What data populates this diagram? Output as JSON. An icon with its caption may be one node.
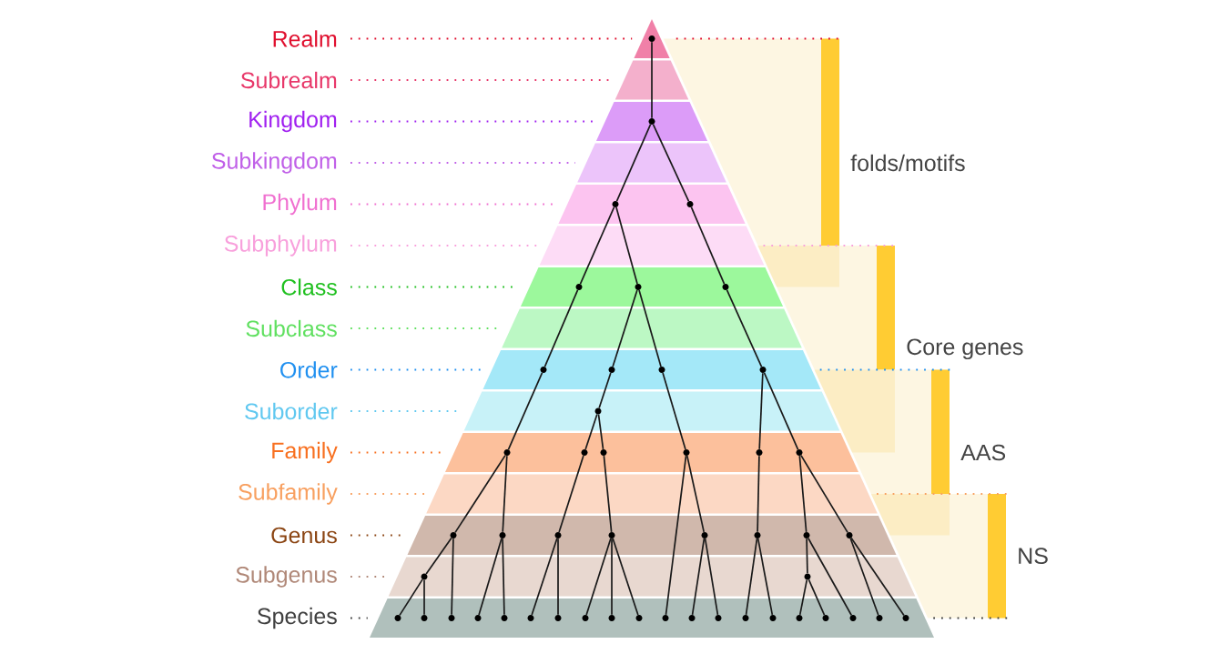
{
  "diagram": {
    "nodes": [
      {
        "text": [],
        "shape": "circle"
      },
      {
        "text": [],
        "shape": "circle"
      },
      {
        "text": [],
        "shape": "circle"
      },
      {
        "text": [],
        "shape": "circle"
      },
      {
        "text": [],
        "shape": "circle"
      },
      {
        "text": [],
        "shape": "circle"
      },
      {
        "text": [],
        "shape": "circle"
      },
      {
        "text": [],
        "shape": "circle"
      },
      {
        "text": [],
        "shape": "circle"
      },
      {
        "text": [],
        "shape": "circle"
      },
      {
        "text": [],
        "shape": "circle"
      },
      {
        "text": [],
        "shape": "circle"
      },
      {
        "text": [],
        "shape": "circle"
      },
      {
        "text": [],
        "shape": "circle"
      },
      {
        "text": [],
        "shape": "circle"
      },
      {
        "text": [],
        "shape": "circle"
      },
      {
        "text": [],
        "shape": "circle"
      },
      {
        "text": [],
        "shape": "circle"
      },
      {
        "text": [],
        "shape": "circle"
      },
      {
        "text": [],
        "shape": "circle"
      },
      {
        "text": [],
        "shape": "circle"
      },
      {
        "text": [],
        "shape": "circle"
      },
      {
        "text": [],
        "shape": "circle"
      },
      {
        "text": [],
        "shape": "circle"
      },
      {
        "text": [],
        "shape": "circle"
      },
      {
        "text": [],
        "shape": "circle"
      },
      {
        "text": [],
        "shape": "circle"
      },
      {
        "text": [],
        "shape": "circle"
      },
      {
        "text": [],
        "shape": "circle"
      },
      {
        "text": [],
        "shape": "circle"
      },
      {
        "text": [],
        "shape": "circle"
      },
      {
        "text": [],
        "shape": "circle"
      },
      {
        "text": [],
        "shape": "circle"
      },
      {
        "text": [],
        "shape": "circle"
      },
      {
        "text": [],
        "shape": "circle"
      },
      {
        "text": [],
        "shape": "circle"
      },
      {
        "text": [],
        "shape": "circle"
      },
      {
        "text": [],
        "shape": "circle"
      },
      {
        "text": [],
        "shape": "circle"
      },
      {
        "text": [],
        "shape": "circle"
      },
      {
        "text": [],
        "shape": "circle"
      },
      {
        "text": [],
        "shape": "circle"
      },
      {
        "text": [],
        "shape": "circle"
      },
      {
        "text": [],
        "shape": "circle"
      },
      {
        "text": [],
        "shape": "circle"
      },
      {
        "text": [],
        "shape": "circle"
      },
      {
        "text": [],
        "shape": "circle"
      },
      {
        "text": [],
        "shape": "circle"
      }
    ],
    "edges": [
      {
        "from": 0,
        "to": 1,
        "arrow": "none"
      },
      {
        "from": 1,
        "to": 2,
        "arrow": "none"
      },
      {
        "from": 1,
        "to": 3,
        "arrow": "none"
      },
      {
        "from": 2,
        "to": 4,
        "arrow": "none"
      },
      {
        "from": 2,
        "to": 5,
        "arrow": "none"
      },
      {
        "from": 3,
        "to": 6,
        "arrow": "none"
      },
      {
        "from": 4,
        "to": 7,
        "arrow": "none"
      },
      {
        "from": 5,
        "to": 8,
        "arrow": "none"
      },
      {
        "from": 5,
        "to": 9,
        "arrow": "none"
      },
      {
        "from": 6,
        "to": 10,
        "arrow": "none"
      },
      {
        "from": 7,
        "to": 12,
        "arrow": "none"
      },
      {
        "from": 8,
        "to": 11,
        "arrow": "none"
      },
      {
        "from": 11,
        "to": 13,
        "arrow": "none"
      },
      {
        "from": 11,
        "to": 14,
        "arrow": "none"
      },
      {
        "from": 9,
        "to": 15,
        "arrow": "none"
      },
      {
        "from": 10,
        "to": 16,
        "arrow": "none"
      },
      {
        "from": 10,
        "to": 17,
        "arrow": "none"
      },
      {
        "from": 12,
        "to": 18,
        "arrow": "none"
      },
      {
        "from": 12,
        "to": 19,
        "arrow": "none"
      },
      {
        "from": 13,
        "to": 20,
        "arrow": "none"
      },
      {
        "from": 14,
        "to": 21,
        "arrow": "none"
      },
      {
        "from": 15,
        "to": 22,
        "arrow": "none"
      },
      {
        "from": 16,
        "to": 23,
        "arrow": "none"
      },
      {
        "from": 17,
        "to": 24,
        "arrow": "none"
      },
      {
        "from": 17,
        "to": 25,
        "arrow": "none"
      },
      {
        "from": 18,
        "to": 26,
        "arrow": "none"
      },
      {
        "from": 18,
        "to": 30,
        "arrow": "none"
      },
      {
        "from": 26,
        "to": 28,
        "arrow": "none"
      },
      {
        "from": 26,
        "to": 29,
        "arrow": "none"
      },
      {
        "from": 19,
        "to": 31,
        "arrow": "none"
      },
      {
        "from": 19,
        "to": 32,
        "arrow": "none"
      },
      {
        "from": 20,
        "to": 33,
        "arrow": "none"
      },
      {
        "from": 20,
        "to": 34,
        "arrow": "none"
      },
      {
        "from": 21,
        "to": 35,
        "arrow": "none"
      },
      {
        "from": 21,
        "to": 36,
        "arrow": "none"
      },
      {
        "from": 21,
        "to": 37,
        "arrow": "none"
      },
      {
        "from": 15,
        "to": 38,
        "arrow": "none"
      },
      {
        "from": 22,
        "to": 39,
        "arrow": "none"
      },
      {
        "from": 22,
        "to": 40,
        "arrow": "none"
      },
      {
        "from": 23,
        "to": 41,
        "arrow": "none"
      },
      {
        "from": 23,
        "to": 42,
        "arrow": "none"
      },
      {
        "from": 24,
        "to": 27,
        "arrow": "none"
      },
      {
        "from": 27,
        "to": 43,
        "arrow": "none"
      },
      {
        "from": 27,
        "to": 44,
        "arrow": "none"
      },
      {
        "from": 24,
        "to": 45,
        "arrow": "none"
      },
      {
        "from": 25,
        "to": 46,
        "arrow": "none"
      },
      {
        "from": 25,
        "to": 47,
        "arrow": "none"
      }
    ],
    "labels": [
      "Realm",
      "Subrealm",
      "Kingdom",
      "Subkingdom",
      "Phylum",
      "Subphylum",
      "Class",
      "Subclass",
      "Order",
      "Suborder",
      "Family",
      "Subfamily",
      "Genus",
      "Subgenus",
      "Species",
      "folds/motifs",
      "Core genes",
      "AAS",
      "NS"
    ]
  }
}
